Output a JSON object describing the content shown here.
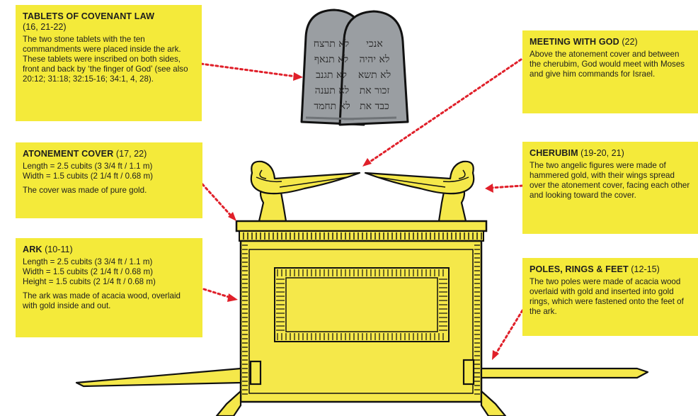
{
  "tablets": {
    "title": "TABLETS OF COVENANT LAW",
    "ref": "(16, 21-22)",
    "text": "The two stone tablets with the ten commandments were placed inside the ark. These tablets were inscribed on both sides, front and back by ‘the finger of God’ (see also 20:12; 31:18; 32:15-16; 34:1, 4, 28).",
    "left_tablet_lines": [
      "לא תרצח",
      "לא תנאף",
      "לא תגנב",
      "לא תענה",
      "לא תחמד"
    ],
    "right_tablet_lines": [
      "אנכי",
      "לא יהיה",
      "לא תשא",
      "זכור את",
      "כבד את"
    ]
  },
  "meeting": {
    "title": "MEETING WITH GOD",
    "ref": "(22)",
    "text": "Above the atonement cover and between the cherubim, God would meet with Moses and give him commands for Israel."
  },
  "atonement": {
    "title": "ATONEMENT COVER",
    "ref": "(17, 22)",
    "length": "Length = 2.5 cubits  (3 3/4 ft / 1.1 m)",
    "width": "Width = 1.5 cubits (2 1/4 ft / 0.68 m)",
    "text": "The cover was made of pure gold."
  },
  "cherubim": {
    "title": "CHERUBIM",
    "ref": "(19-20, 21)",
    "text": "The two angelic figures were made of hammered gold, with their wings spread over the atonement cover, facing each other and looking toward the cover."
  },
  "ark": {
    "title": "ARK",
    "ref": "(10-11)",
    "length": "Length = 2.5 cubits  (3 3/4 ft / 1.1 m)",
    "width": "Width = 1.5 cubits (2 1/4 ft / 0.68 m)",
    "height": "Height = 1.5 cubits (2 1/4 ft / 0.68 m)",
    "text": "The ark was made of acacia wood, overlaid with gold inside and out."
  },
  "poles": {
    "title": "POLES, RINGS & FEET",
    "ref": "(12-15)",
    "text": "The two poles were made of acacia wood overlaid with gold and inserted into gold rings, which were fastened onto the feet of the ark."
  },
  "colors": {
    "label_bg": "#f4ea3a",
    "gold": "#f5e84a",
    "gold_dark": "#d9c21f",
    "stone": "#9a9ea2",
    "arrow": "#e0202a"
  }
}
